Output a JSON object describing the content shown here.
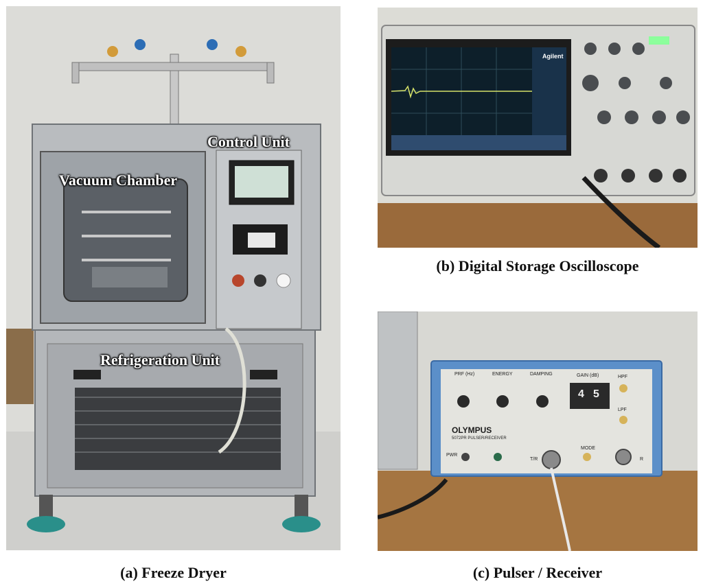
{
  "panels": {
    "a": {
      "caption": "(a) Freeze Dryer",
      "labels": {
        "control_unit": "Control Unit",
        "vacuum_chamber": "Vacuum Chamber",
        "refrigeration_unit": "Refrigeration Unit"
      }
    },
    "b": {
      "caption": "(b) Digital Storage Oscilloscope",
      "brand": "Agilent"
    },
    "c": {
      "caption": "(c) Pulser / Receiver",
      "brand": "OLYMPUS",
      "model": "5072PR PULSER/RECEIVER",
      "knob_labels": [
        "PRF (Hz)",
        "ENERGY",
        "DAMPING",
        "GAIN (dB)",
        "HPF",
        "LPF",
        "MODE",
        "PWR",
        "T/R",
        "R"
      ],
      "gain_digits": [
        "4",
        "5"
      ]
    }
  },
  "colors": {
    "pulser_frame": "#5b8fc9",
    "oscilloscope_screen": "#0d1f2a",
    "steel": "#b9bcbf"
  }
}
